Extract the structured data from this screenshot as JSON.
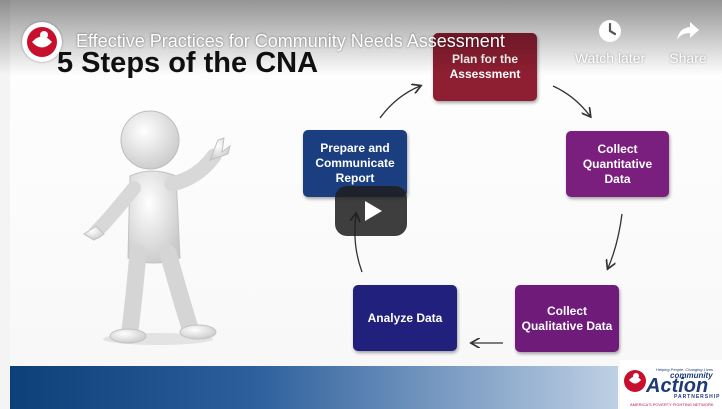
{
  "video": {
    "title": "Effective Practices for Community Needs Assessment",
    "actions": [
      {
        "label": "Watch later",
        "icon": "clock-icon"
      },
      {
        "label": "Share",
        "icon": "share-arrow-icon"
      }
    ],
    "play_icon": "play-icon"
  },
  "slide": {
    "title": "5 Steps of the CNA",
    "steps": [
      {
        "label": "Plan for the\nAssessment",
        "color": "#8e1f32"
      },
      {
        "label": "Collect\nQuantitative\nData",
        "color": "#7b1f7e"
      },
      {
        "label": "Collect\nQualitative Data",
        "color": "#6f1b7a"
      },
      {
        "label": "Analyze Data",
        "color": "#21207c"
      },
      {
        "label": "Prepare and\nCommunicate\nReport",
        "color": "#1b3e80"
      }
    ],
    "figure": "presenter-stick-figure",
    "footer": {
      "tagline": "Helping People. Changing Lives.",
      "community": "community",
      "action": "Action",
      "partnership": "PARTNERSHIP",
      "network": "AMERICA'S POVERTY FIGHTING NETWORK"
    }
  },
  "colors": {
    "brand_red": "#c8102e",
    "brand_blue": "#1e3b78"
  }
}
